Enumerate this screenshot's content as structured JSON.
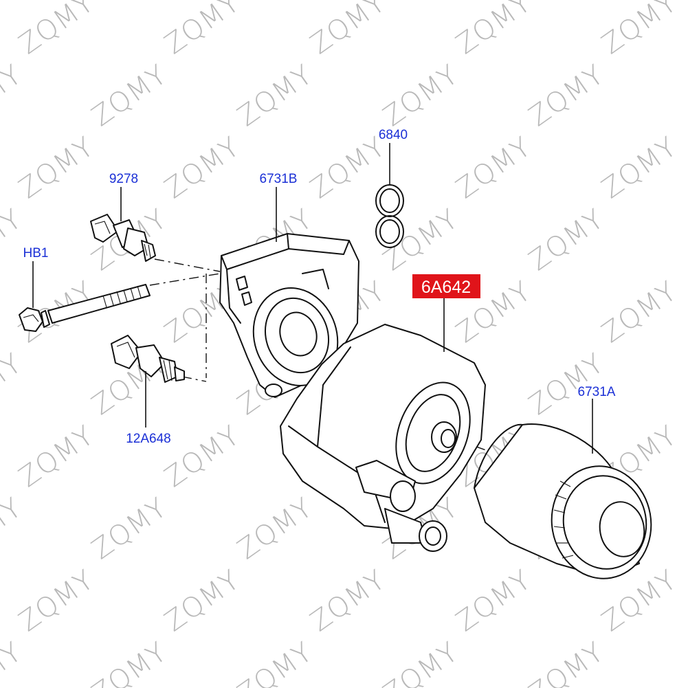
{
  "diagram": {
    "watermark_text": "ZQMY",
    "colors": {
      "label": "#1a2fd6",
      "highlight": "#e0141a",
      "ink": "#111111",
      "watermark": "#b9b9b9"
    },
    "parts": {
      "p9278": "9278",
      "p6731b": "6731B",
      "p6840": "6840",
      "hb1": "HB1",
      "p6a642": "6A642",
      "p6731a": "6731A",
      "p12a648": "12A648"
    }
  }
}
